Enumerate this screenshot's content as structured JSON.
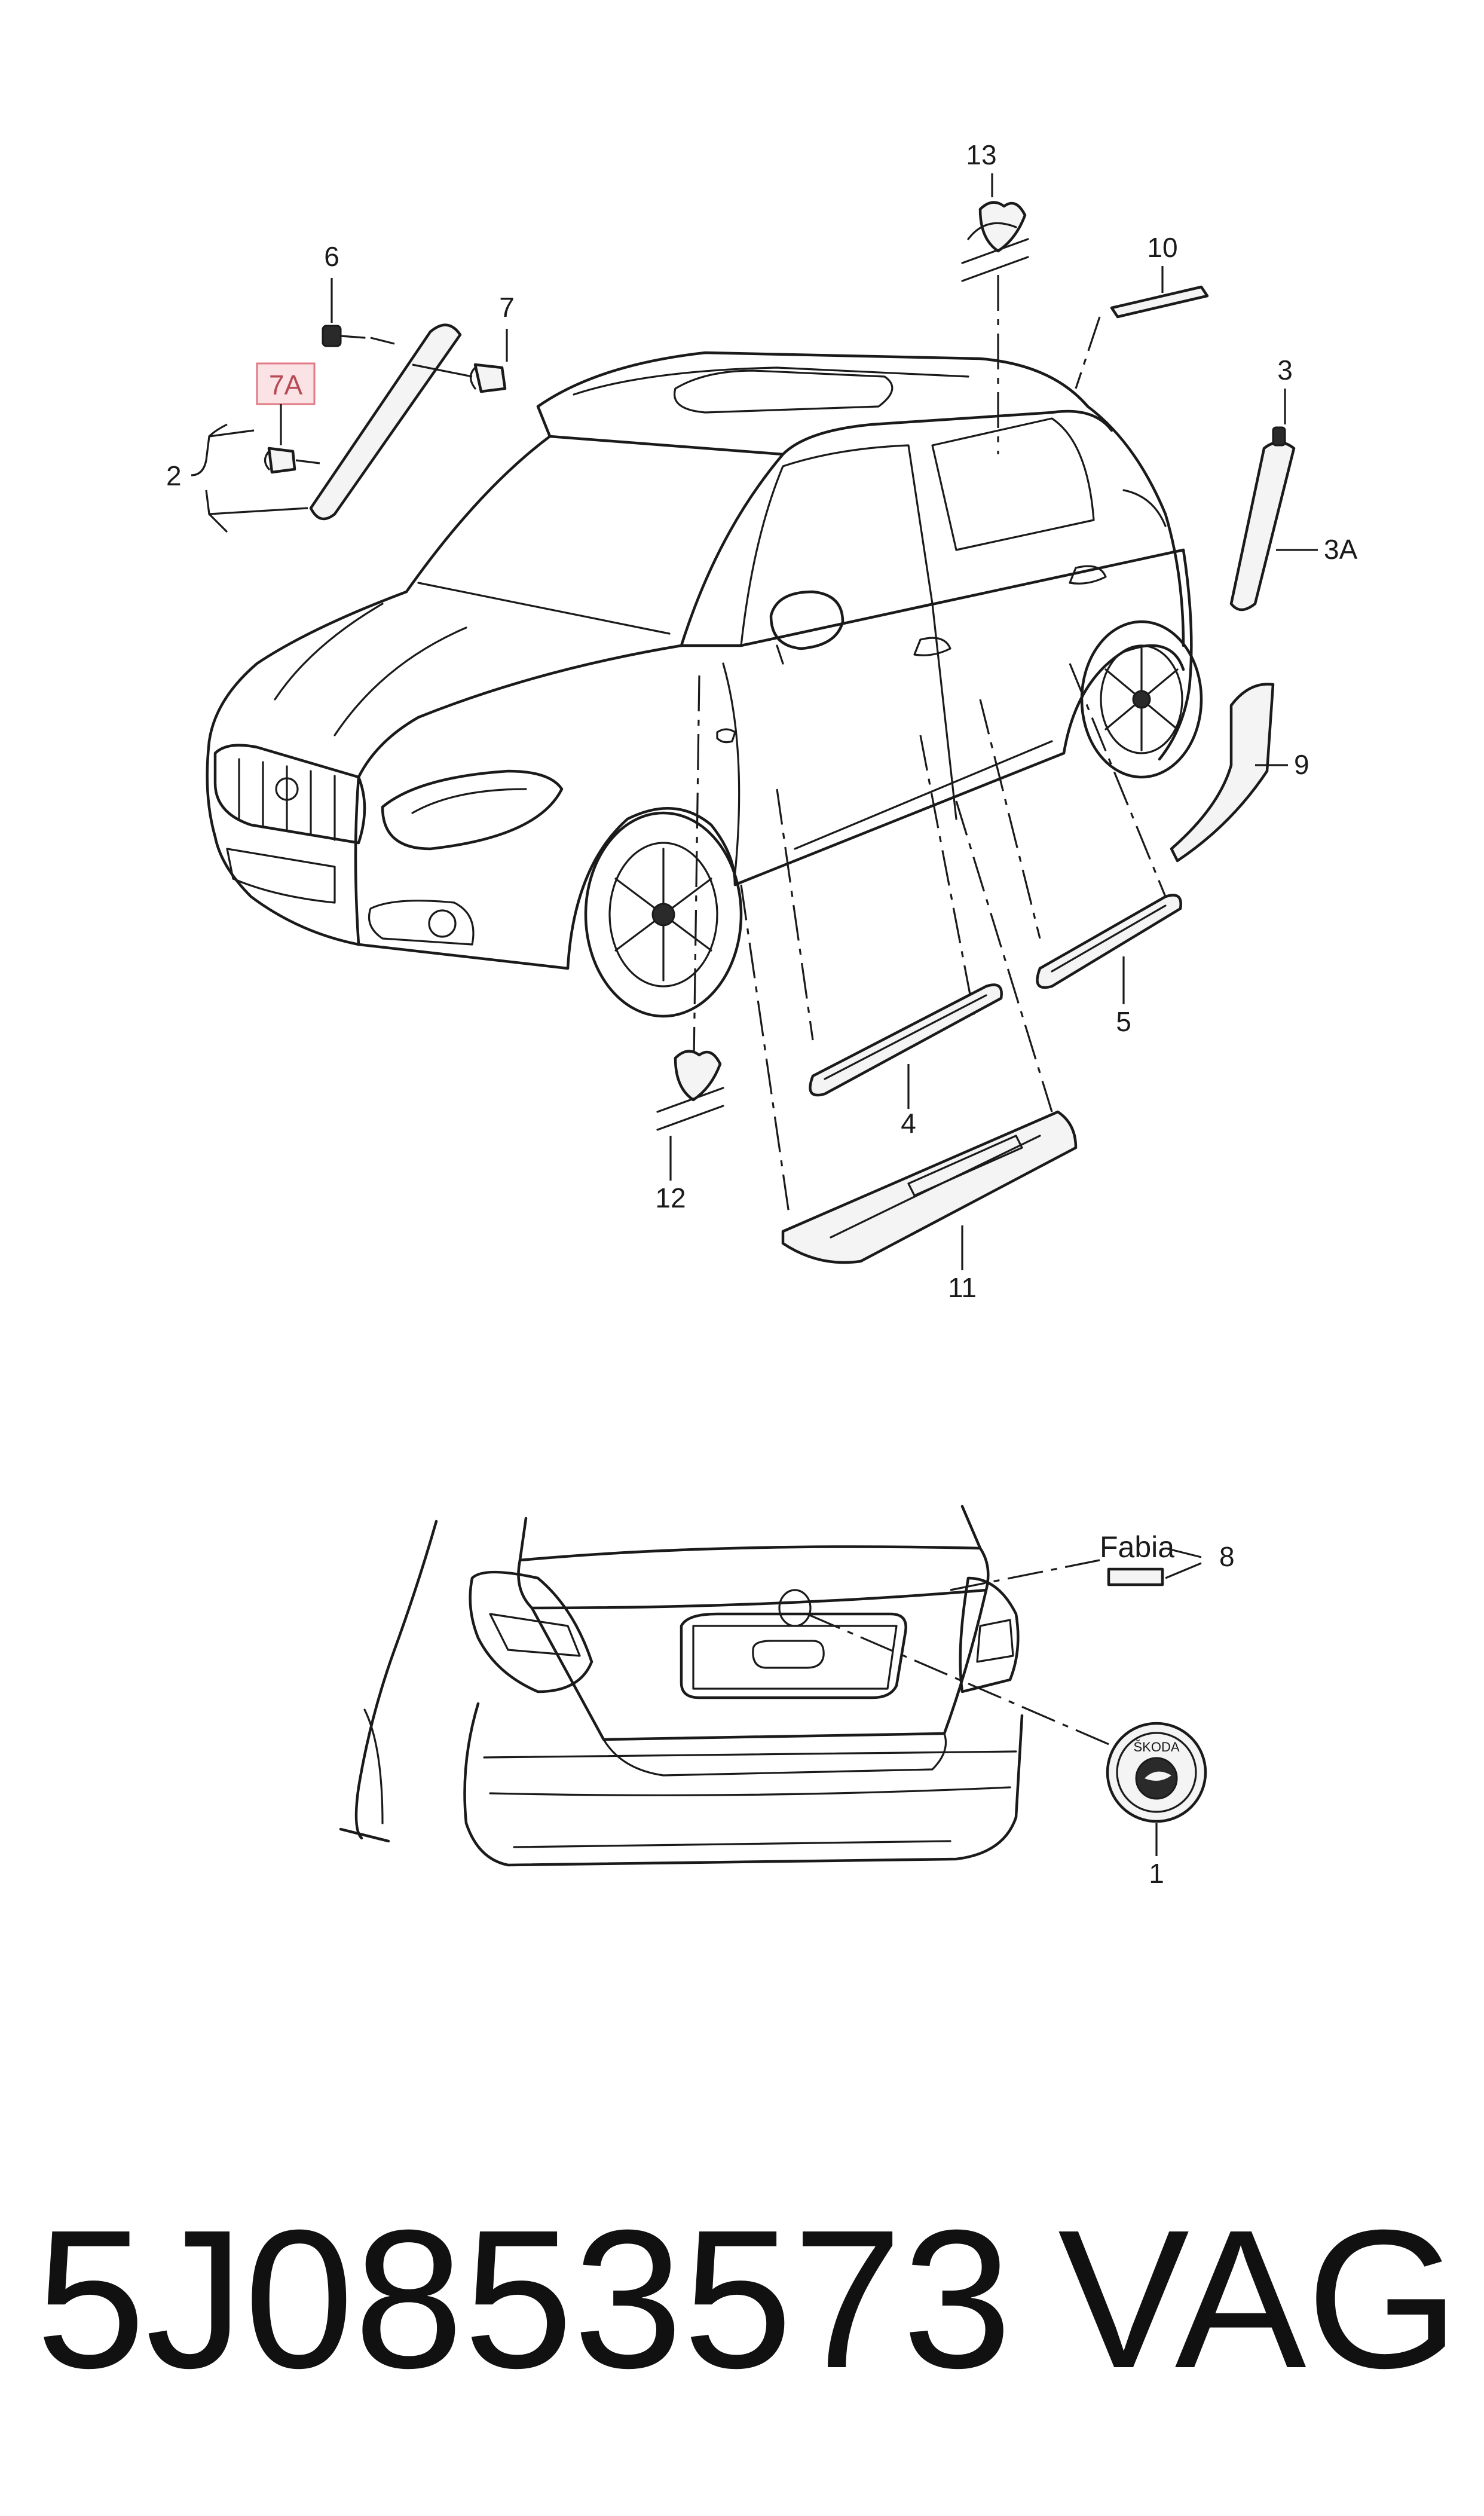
{
  "callouts": {
    "c1": "1",
    "c2": "2",
    "c3": "3",
    "c3a": "3A",
    "c4": "4",
    "c5": "5",
    "c6": "6",
    "c7": "7",
    "c7a": "7A",
    "c8": "8",
    "c9": "9",
    "c10": "10",
    "c11": "11",
    "c12": "12",
    "c13": "13"
  },
  "badge_text": "Fabia",
  "emblem_text": "ŠKODA",
  "footer": {
    "part_number": "5J0853573",
    "brand": "VAG"
  },
  "colors": {
    "line": "#1a1a1a",
    "highlight_fill": "#fbe3e5",
    "highlight_stroke": "#e07a85",
    "highlight_text": "#b84a55"
  }
}
